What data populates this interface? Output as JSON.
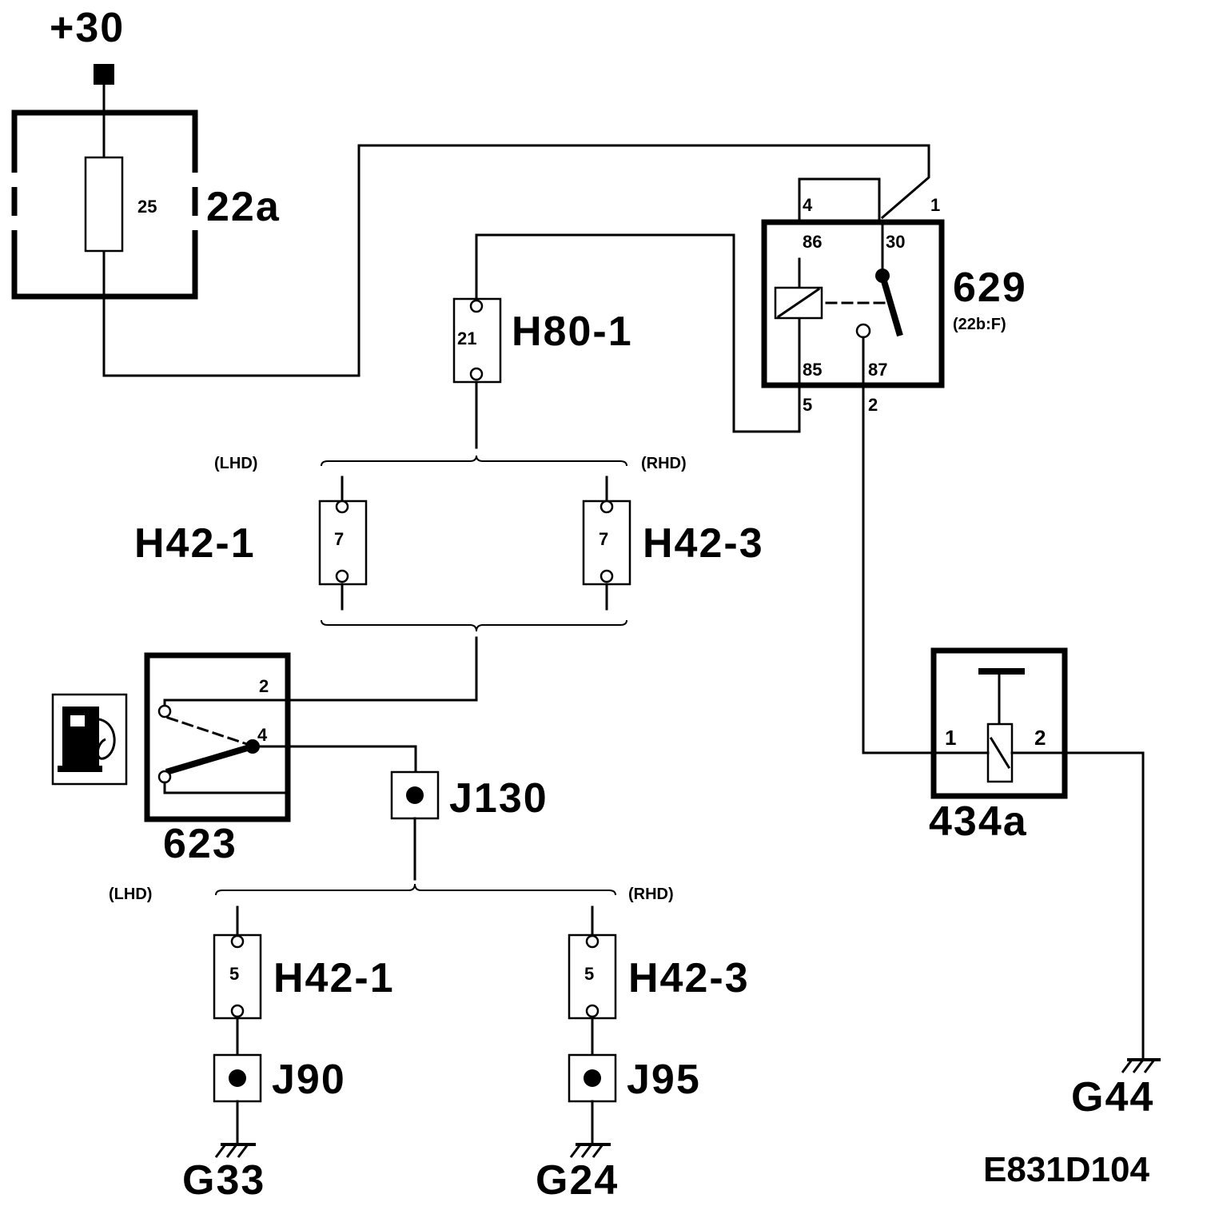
{
  "supply": {
    "label": "+30"
  },
  "fuse": {
    "name": "22a",
    "rating": "25"
  },
  "relay": {
    "name": "629",
    "ref": "(22b:F)",
    "terminals": {
      "t86": "86",
      "t30": "30",
      "t85": "85",
      "t87": "87"
    },
    "pins": {
      "p4": "4",
      "p1": "1",
      "p5": "5",
      "p2": "2"
    }
  },
  "connectors": {
    "h80_1": {
      "name": "H80-1",
      "pin": "21"
    },
    "h42_1_top": {
      "name": "H42-1",
      "pin": "7"
    },
    "h42_3_top": {
      "name": "H42-3",
      "pin": "7"
    },
    "h42_1_bottom": {
      "name": "H42-1",
      "pin": "5"
    },
    "h42_3_bottom": {
      "name": "H42-3",
      "pin": "5"
    }
  },
  "variants": {
    "lhd": "(LHD)",
    "rhd": "(RHD)"
  },
  "switch": {
    "name": "623",
    "pin_top": "2",
    "pin_mid": "4"
  },
  "splices": {
    "j130": "J130",
    "j90": "J90",
    "j95": "J95"
  },
  "pump": {
    "name": "434a",
    "pin1": "1",
    "pin2": "2"
  },
  "grounds": {
    "g33": "G33",
    "g24": "G24",
    "g44": "G44"
  },
  "diagram_code": "E831D104"
}
